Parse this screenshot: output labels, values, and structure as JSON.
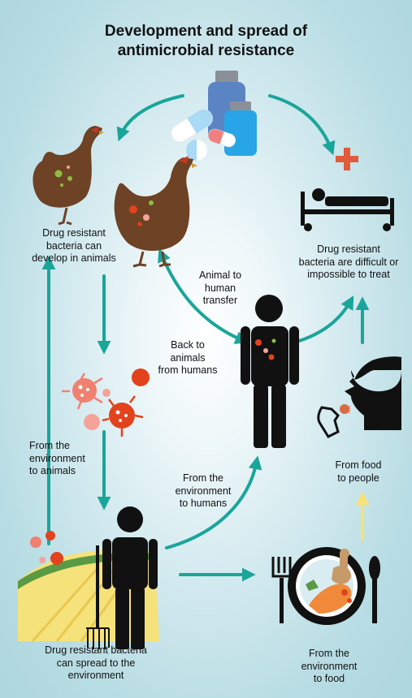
{
  "title_line1": "Development and spread of",
  "title_line2": "antimicrobial resistance",
  "colors": {
    "arrow": "#1aa59a",
    "arrow_yellow": "#f6e27a",
    "chicken": "#6e4225",
    "bacteria_green": "#8cbf3f",
    "bacteria_red": "#e2431d",
    "bacteria_pink": "#f4a39a",
    "cross": "#e25a3a",
    "silhouette": "#111111"
  },
  "labels": {
    "animals_line1": "Drug resistant",
    "animals_line2": "bacteria can",
    "animals_line3": "develop in animals",
    "treat_line1": "Drug resistant",
    "treat_line2": "bacteria are difficult or",
    "treat_line3": "impossible to treat",
    "a2h_line1": "Animal to",
    "a2h_line2": "human",
    "a2h_line3": "transfer",
    "back_line1": "Back to",
    "back_line2": "animals",
    "back_line3": "from humans",
    "env_animals_line1": "From the",
    "env_animals_line2": "environment",
    "env_animals_line3": "to animals",
    "env_humans_line1": "From the",
    "env_humans_line2": "environment",
    "env_humans_line3": "to humans",
    "food_people_line1": "From food",
    "food_people_line2": "to people",
    "spread_line1": "Drug resistant bacteria",
    "spread_line2": "can spread to the",
    "spread_line3": "environment",
    "env_food_line1": "From the",
    "env_food_line2": "environment",
    "env_food_line3": "to food"
  },
  "icons": [
    "medicine-icon",
    "chicken-icon",
    "hospital-bed-icon",
    "person-icon",
    "eating-face-icon",
    "bacteria-icon",
    "farmer-icon",
    "food-plate-icon"
  ]
}
